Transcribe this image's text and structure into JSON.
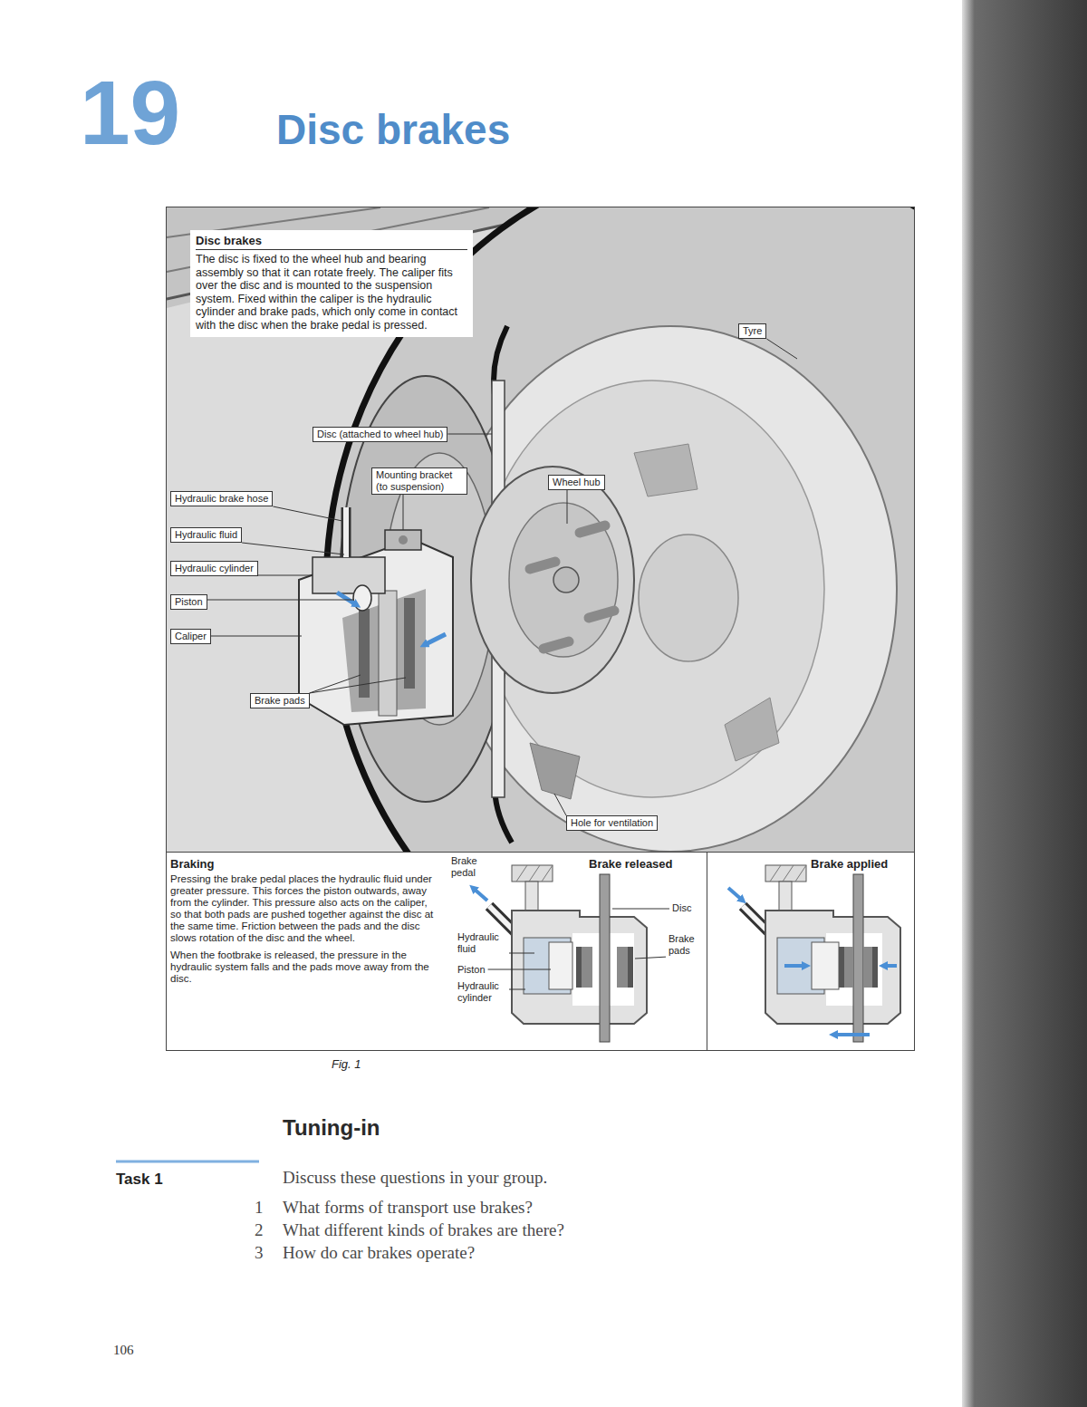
{
  "diagram": {
    "title": "Disc brakes",
    "caption": "Fig. 1",
    "nodes": [
      {
        "text": [
          "Disc brakes",
          "The disc is fixed to the wheel hub and bearing assembly so that it can rotate freely. The caliper fits over the disc and is mounted to the suspension system. Fixed within the caliper is the hydraulic cylinder and brake pads, which only come in contact with the disc when the brake pedal is pressed."
        ]
      },
      {
        "text": [
          "Tyre"
        ]
      },
      {
        "text": [
          "Disc (attached to wheel hub)"
        ]
      },
      {
        "text": [
          "Mounting bracket (to suspension)"
        ]
      },
      {
        "text": [
          "Wheel hub"
        ]
      },
      {
        "text": [
          "Hydraulic brake hose"
        ]
      },
      {
        "text": [
          "Hydraulic fluid"
        ]
      },
      {
        "text": [
          "Hydraulic cylinder"
        ]
      },
      {
        "text": [
          "Piston"
        ]
      },
      {
        "text": [
          "Caliper"
        ]
      },
      {
        "text": [
          "Brake pads"
        ]
      },
      {
        "text": [
          "Hole for ventilation"
        ]
      },
      {
        "text": [
          "Braking",
          "Pressing the brake pedal places the hydraulic fluid under greater pressure. This forces the piston outwards, away from the cylinder. This pressure also acts on the caliper, so that both pads are pushed together against the disc at the same time. Friction between the pads and the disc slows rotation of the disc and the wheel.",
          "When the footbrake is released, the pressure in the hydraulic system falls and the pads move away from the disc."
        ]
      },
      {
        "text": [
          "Brake released"
        ]
      },
      {
        "text": [
          "Brake applied"
        ]
      }
    ],
    "labels": [
      "19",
      "Brake pedal",
      "Disc",
      "Brake pads",
      "Hydraulic fluid",
      "Piston",
      "Hydraulic cylinder",
      "Tuning-in",
      "Task 1",
      "Discuss these questions in your group.",
      "1",
      "What forms of transport use brakes?",
      "2",
      "What different kinds of brakes are there?",
      "3",
      "How do car brakes operate?",
      "106"
    ]
  }
}
